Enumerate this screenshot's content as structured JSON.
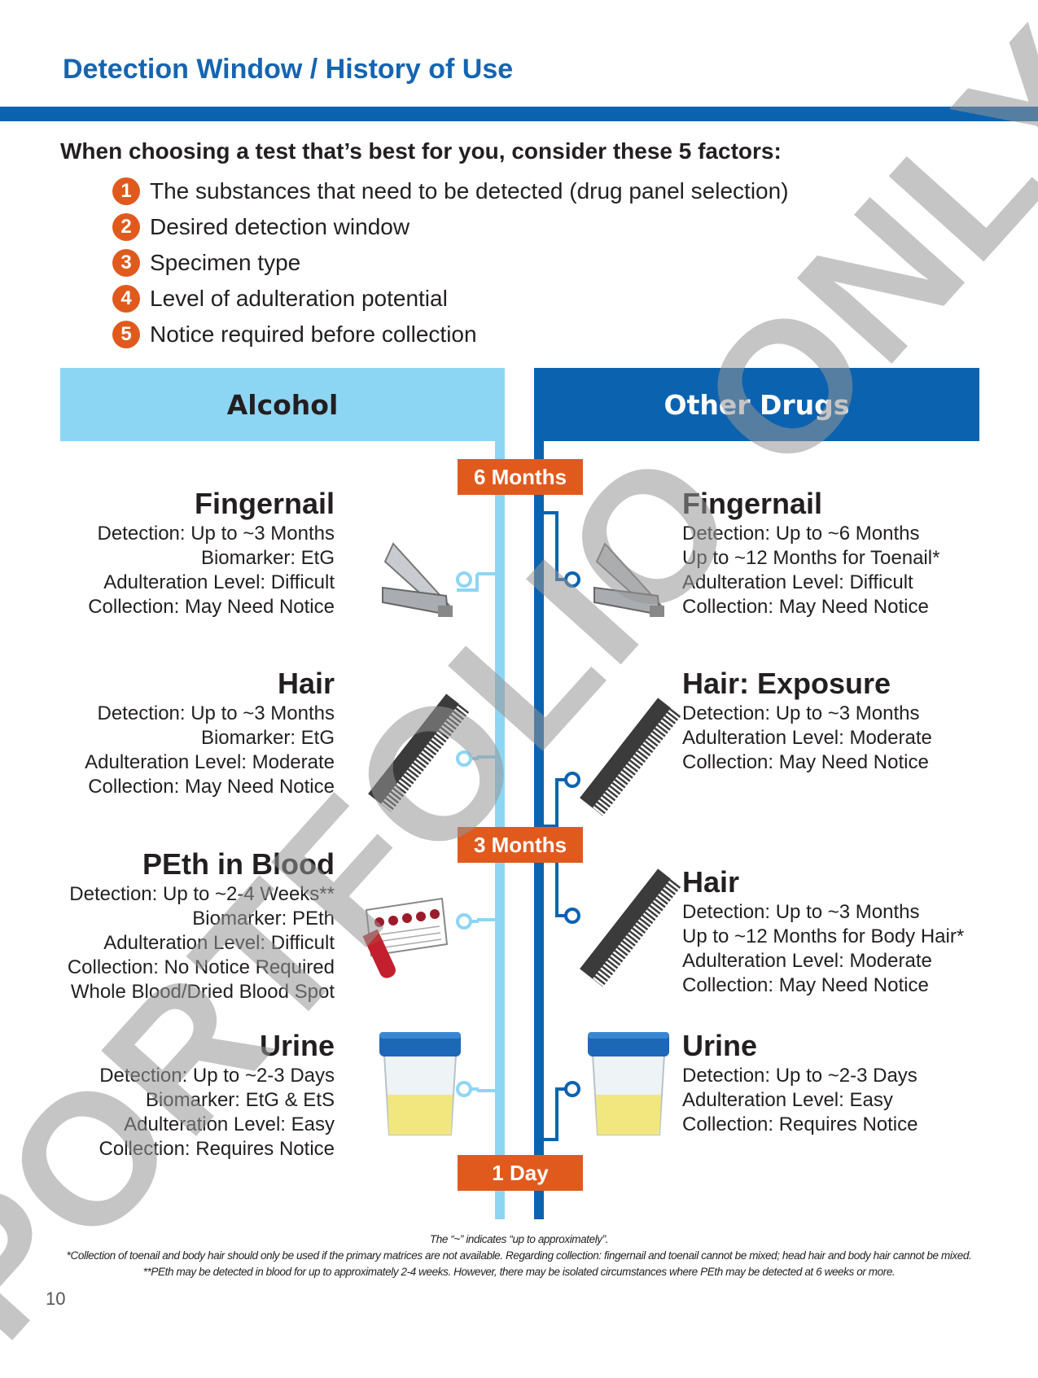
{
  "title": "Detection Window / History of Use",
  "intro": "When choosing a test that’s best for you, consider these 5 factors:",
  "factors": [
    {
      "num": "1",
      "text": "The substances that need to be detected (drug panel selection)"
    },
    {
      "num": "2",
      "text": "Desired detection window"
    },
    {
      "num": "3",
      "text": "Specimen type"
    },
    {
      "num": "4",
      "text": "Level of adulteration potential"
    },
    {
      "num": "5",
      "text": "Notice required before collection"
    }
  ],
  "columns": {
    "alcohol": "Alcohol",
    "other_drugs": "Other Drugs"
  },
  "markers": {
    "six_months": "6 Months",
    "three_months": "3 Months",
    "one_day": "1 Day"
  },
  "alcohol": [
    {
      "title": "Fingernail",
      "lines": [
        "Detection: Up to ~3 Months",
        "Biomarker: EtG",
        "Adulteration Level: Difficult",
        "Collection: May Need Notice"
      ]
    },
    {
      "title": "Hair",
      "lines": [
        "Detection: Up to ~3 Months",
        "Biomarker: EtG",
        "Adulteration Level: Moderate",
        "Collection: May Need Notice"
      ]
    },
    {
      "title": "PEth in Blood",
      "lines": [
        "Detection: Up to ~2-4 Weeks**",
        "Biomarker: PEth",
        "Adulteration Level: Difficult",
        "Collection: No Notice Required",
        "Whole Blood/Dried Blood Spot"
      ]
    },
    {
      "title": "Urine",
      "lines": [
        "Detection: Up to ~2-3 Days",
        "Biomarker: EtG & EtS",
        "Adulteration Level: Easy",
        "Collection: Requires Notice"
      ]
    }
  ],
  "other_drugs": [
    {
      "title": "Fingernail",
      "lines": [
        "Detection: Up to ~6 Months",
        "Up to ~12 Months for Toenail*",
        "Adulteration Level: Difficult",
        "Collection: May Need Notice"
      ]
    },
    {
      "title": "Hair: Exposure",
      "lines": [
        "Detection: Up to ~3 Months",
        "Adulteration Level: Moderate",
        "Collection: May Need Notice"
      ]
    },
    {
      "title": "Hair",
      "lines": [
        "Detection: Up to ~3 Months",
        "Up to ~12 Months for Body Hair*",
        "Adulteration Level: Moderate",
        "Collection: May Need Notice"
      ]
    },
    {
      "title": "Urine",
      "lines": [
        "Detection: Up to ~2-3 Days",
        "Adulteration Level: Easy",
        "Collection: Requires Notice"
      ]
    }
  ],
  "footnotes": [
    "The “~” indicates “up to approximately”.",
    "*Collection of toenail and body hair should only be used if the primary matrices are not available. Regarding collection: fingernail and toenail cannot be mixed; head hair and body hair cannot be mixed.",
    "**PEth may be detected in blood for up to approximately 2-4 weeks. However, there may be isolated circumstances where PEth may be detected at 6 weeks or more."
  ],
  "page_number": "10",
  "watermark": "PORTFOLIO ONLY",
  "icons": [
    "nail-clipper-icon",
    "comb-icon",
    "blood-spot-card-icon",
    "urine-cup-icon"
  ],
  "colors": {
    "blue": "#0b63b0",
    "light_blue": "#8dd6f3",
    "orange": "#e05a1e",
    "title_blue": "#1565b0"
  }
}
